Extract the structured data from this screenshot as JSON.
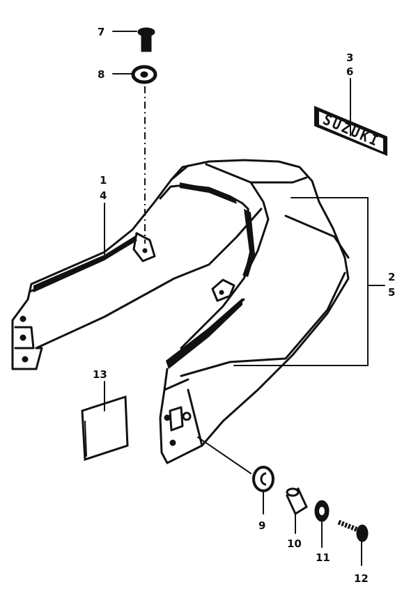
{
  "callouts": {
    "c1": "1",
    "c4": "4",
    "c2": "2",
    "c5": "5",
    "c3": "3",
    "c6": "6",
    "c7": "7",
    "c8": "8",
    "c9": "9",
    "c10": "10",
    "c11": "11",
    "c12": "12",
    "c13": "13"
  },
  "emblem": {
    "text": "SUZUKI"
  },
  "colors": {
    "ink": "#111111",
    "paper": "#ffffff"
  }
}
